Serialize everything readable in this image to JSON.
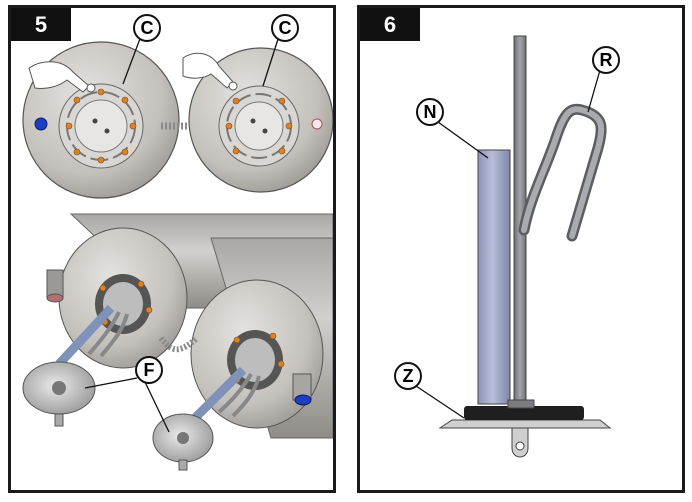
{
  "panels": [
    {
      "step": "5",
      "callouts": [
        "C",
        "C",
        "F"
      ]
    },
    {
      "step": "6",
      "callouts": [
        "N",
        "R",
        "Z"
      ]
    }
  ],
  "colors": {
    "frame": "#1a1a1a",
    "badge": "#111111",
    "tank": "#c9c6c2",
    "metal": "#8c8e91",
    "anode": "#9ea4c4",
    "bolt": "#d8832a",
    "blue_cap": "#1b3fbf"
  }
}
